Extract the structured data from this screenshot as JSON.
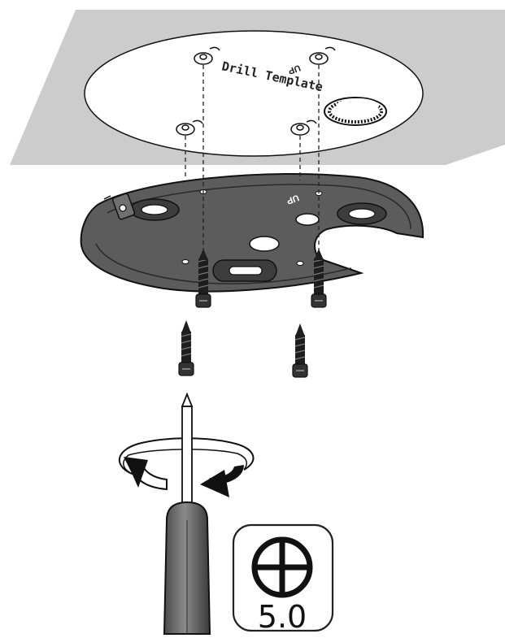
{
  "template": {
    "title": "Drill Template",
    "up_mark": "UP"
  },
  "mount": {
    "up_mark": "UP"
  },
  "screwdriver_badge": {
    "size_label": "5.0",
    "icon": "phillips-cross-icon"
  },
  "colors": {
    "ceiling": "#cccccc",
    "plate": "#5c5c5c",
    "outline": "#1a1a1a",
    "handle": "#666666"
  }
}
